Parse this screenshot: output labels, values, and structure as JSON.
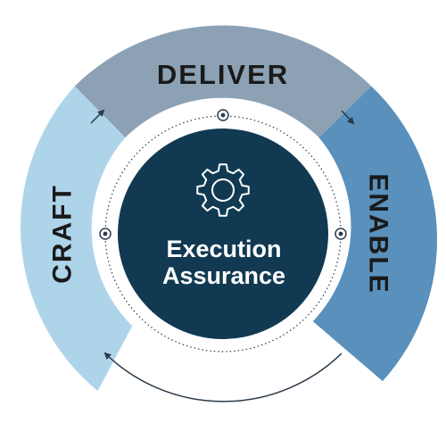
{
  "diagram": {
    "center": {
      "line1": "Execution",
      "line2": "Assurance",
      "icon": "gear-icon"
    },
    "segments": [
      {
        "id": "deliver",
        "label": "DELIVER",
        "color": "#8ca2b4"
      },
      {
        "id": "enable",
        "label": "ENABLE",
        "color": "#5990bc"
      },
      {
        "id": "craft",
        "label": "CRAFT",
        "color": "#aed4ea"
      }
    ],
    "colors": {
      "center_fill": "#113a52",
      "connector": "#2b3b4c",
      "ring_dots": "#2b3b4c"
    }
  }
}
